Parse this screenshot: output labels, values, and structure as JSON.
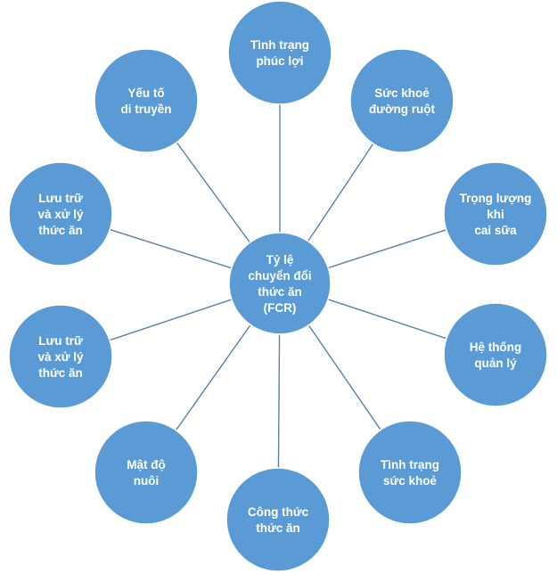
{
  "diagram": {
    "center": {
      "lines": [
        "Tỷ lệ",
        "chuyển đổi",
        "thức ăn",
        "(FCR)"
      ]
    },
    "nodes": [
      {
        "id": "welfare",
        "lines": [
          "Tình trạng",
          "phúc lợi"
        ]
      },
      {
        "id": "gut-health",
        "lines": [
          "Sức khoẻ",
          "đường ruột"
        ]
      },
      {
        "id": "weaning-weight",
        "lines": [
          "Trọng lượng",
          "khi",
          "cai sữa"
        ]
      },
      {
        "id": "management-system",
        "lines": [
          "Hệ thống",
          "quản lý"
        ]
      },
      {
        "id": "health-status",
        "lines": [
          "Tình trạng",
          "sức khoẻ"
        ]
      },
      {
        "id": "feed-formula",
        "lines": [
          "Công thức",
          "thức ăn"
        ]
      },
      {
        "id": "stocking-density",
        "lines": [
          "Mật độ",
          "nuôi"
        ]
      },
      {
        "id": "feed-storage-lower",
        "lines": [
          "Lưu trữ",
          "và xử lý",
          "thức ăn"
        ]
      },
      {
        "id": "feed-storage-upper",
        "lines": [
          "Lưu trữ",
          "và xử lý",
          "thức ăn"
        ]
      },
      {
        "id": "genetics",
        "lines": [
          "Yếu tố",
          "di truyền"
        ]
      }
    ]
  },
  "colors": {
    "node_fill": "#5b9bd5",
    "connector": "#5f7fa8",
    "text": "#ffffff"
  }
}
